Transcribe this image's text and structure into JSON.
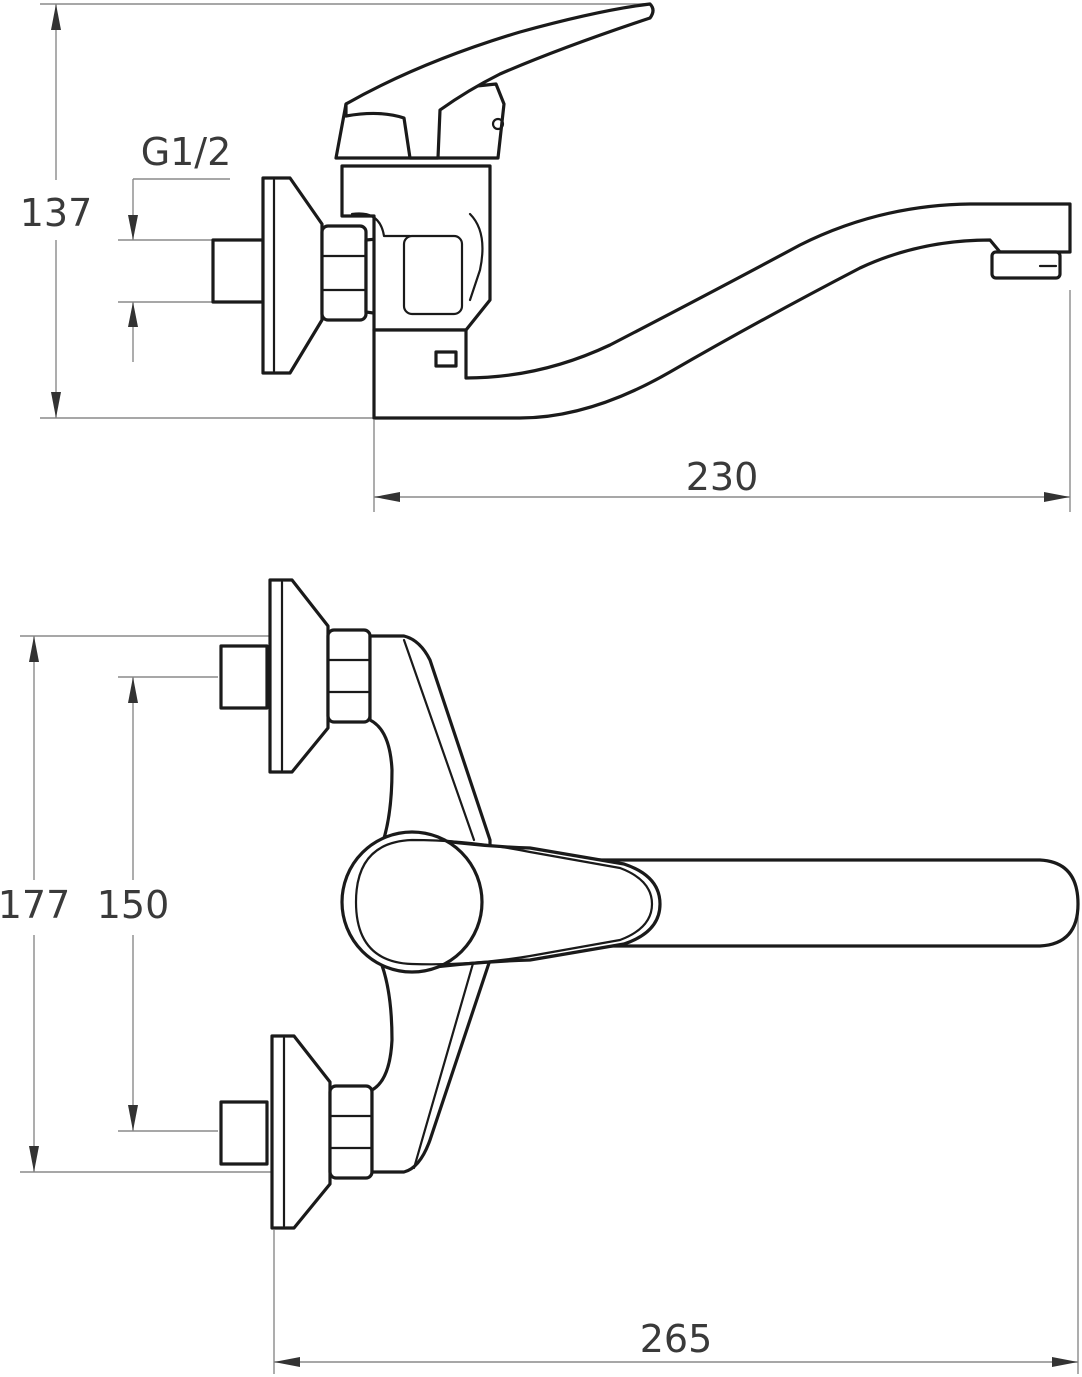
{
  "diagram": {
    "side_view": {
      "thread_label": "G1/2",
      "height_label": "137",
      "projection_label": "230"
    },
    "top_view": {
      "total_width_label": "177",
      "center_distance_label": "150",
      "depth_label": "265"
    },
    "colors": {
      "outline": "#1a1a1a",
      "dimension_line": "#8a8a8a",
      "dimension_text": "#3a3a3a",
      "background": "#ffffff"
    }
  }
}
